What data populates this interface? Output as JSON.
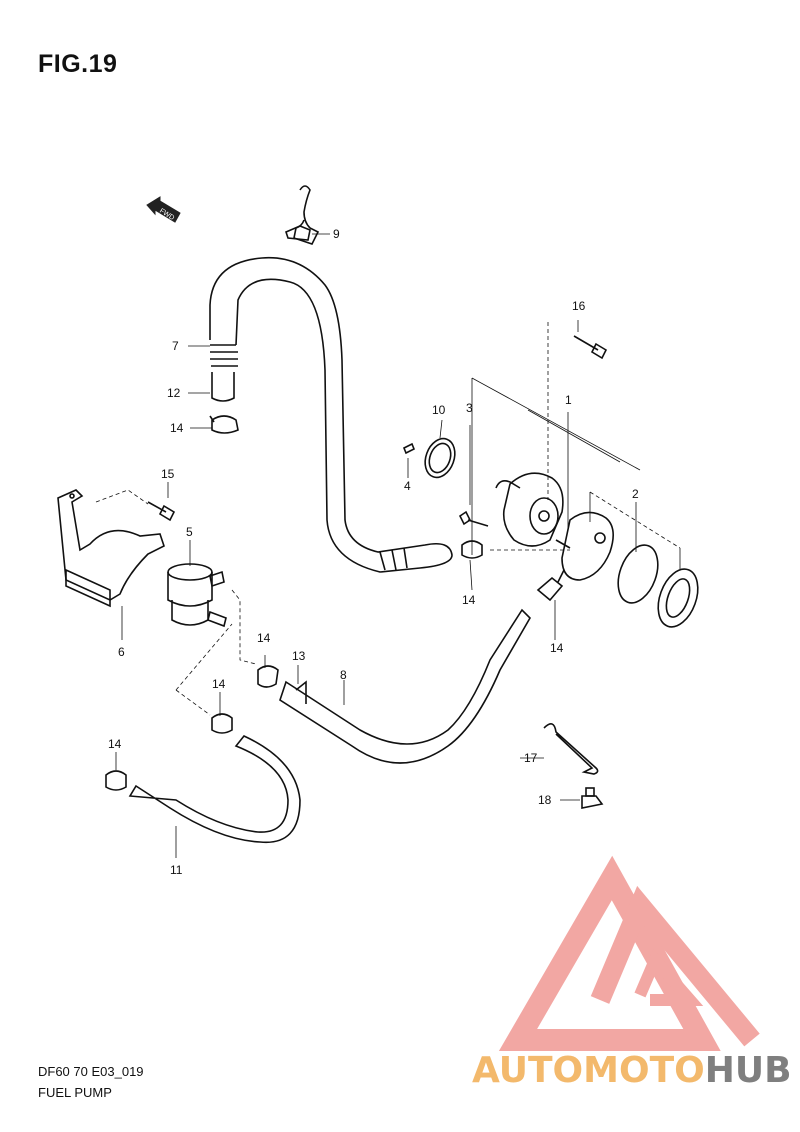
{
  "figure": {
    "title": "FIG.19"
  },
  "footer": {
    "drawing_code": "DF60 70 E03_019",
    "drawing_name": "FUEL PUMP"
  },
  "direction_arrow": {
    "label": "FWD"
  },
  "callouts": [
    "1",
    "2",
    "3",
    "4",
    "5",
    "6",
    "7",
    "8",
    "9",
    "10",
    "11",
    "12",
    "13",
    "14",
    "15",
    "16",
    "17",
    "18"
  ],
  "watermark": {
    "part_a": "AUTOMOTO",
    "part_b": "HUB",
    "color_a": "#f0a23c",
    "color_b": "#555555",
    "logo_color": "#ee8a85"
  }
}
